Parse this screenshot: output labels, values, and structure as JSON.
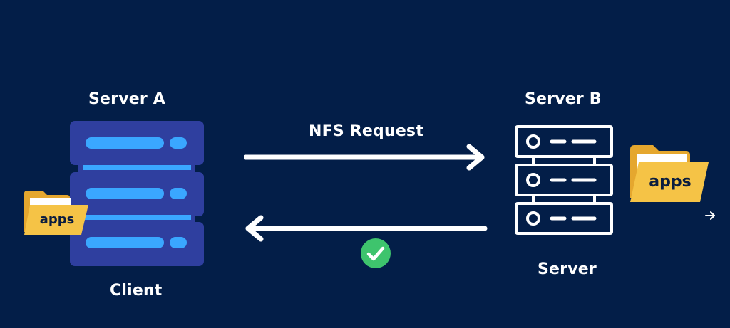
{
  "diagram": {
    "server_a_title": "Server A",
    "server_a_role": "Client",
    "server_b_title": "Server B",
    "server_b_role": "Server",
    "request_label": "NFS Request",
    "client_folder_label": "apps",
    "server_folder_label": "apps"
  },
  "colors": {
    "background": "#031e48",
    "client_rack": "#2f3f9f",
    "client_slot": "#3aa7ff",
    "server_outline": "#ffffff",
    "arrow": "#ffffff",
    "check_badge": "#3ec46d",
    "folder": "#f5c346",
    "folder_back": "#e5a72e"
  },
  "icons": {
    "client_server": "server-rack-icon",
    "remote_server": "server-outline-icon",
    "folders": "folder-icon",
    "success": "check-circle-icon",
    "cursor": "arrow-cursor-icon"
  }
}
